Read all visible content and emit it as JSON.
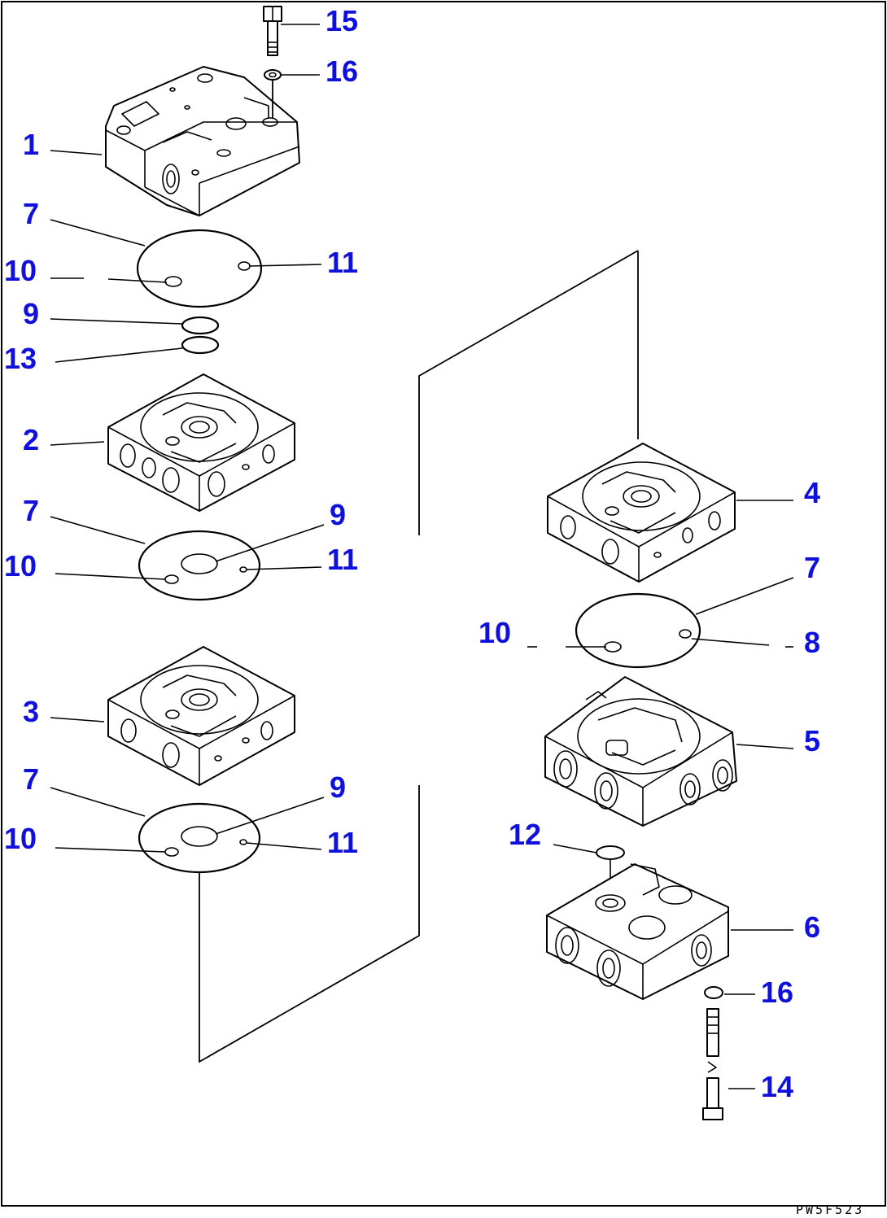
{
  "drawing_code": "PW5F523",
  "callouts": {
    "c15": "15",
    "c16a": "16",
    "c1": "1",
    "c7a": "7",
    "c10a": "10",
    "c11a": "11",
    "c9a": "9",
    "c13": "13",
    "c2": "2",
    "c7b": "7",
    "c9b": "9",
    "c10b": "10",
    "c11b": "11",
    "c3": "3",
    "c7c": "7",
    "c9c": "9",
    "c10c": "10",
    "c11c": "11",
    "c4": "4",
    "c7d": "7",
    "c10d": "10",
    "c8": "8",
    "c5": "5",
    "c12": "12",
    "c6": "6",
    "c16b": "16",
    "c14": "14"
  },
  "colors": {
    "callout": "#1010dd",
    "line": "#000000",
    "background": "#ffffff"
  }
}
